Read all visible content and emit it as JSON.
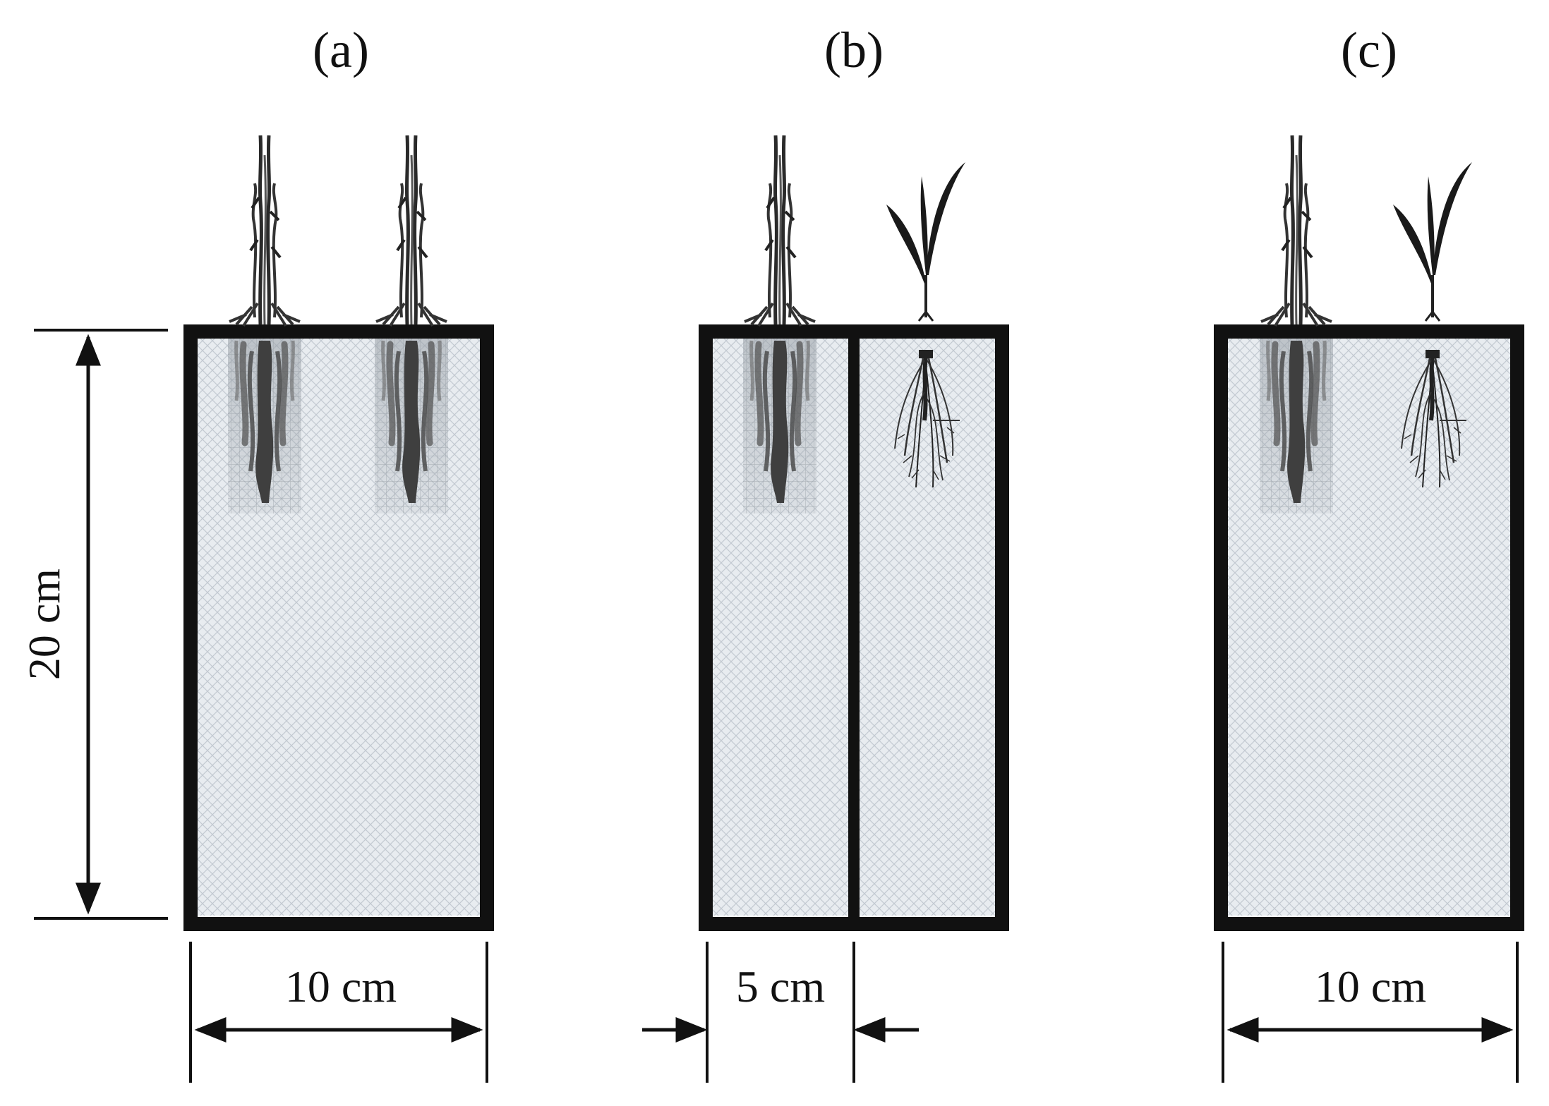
{
  "panels": [
    {
      "label": "(a)",
      "left_plant": "rice",
      "right_plant": "rice",
      "divider": false
    },
    {
      "label": "(b)",
      "left_plant": "rice",
      "right_plant": "wheat",
      "divider": true
    },
    {
      "label": "(c)",
      "left_plant": "rice",
      "right_plant": "wheat",
      "divider": false
    }
  ],
  "dimensions": {
    "height_label": "20 cm",
    "width_a_label": "10 cm",
    "width_b_label": "5 cm",
    "width_c_label": "10 cm"
  },
  "colors": {
    "outline": "#111111",
    "soil": "#e6eaee",
    "soil_mesh": "#c3cad2",
    "root_dark": "#3c3c3c",
    "leaf": "#1a1a1a"
  }
}
